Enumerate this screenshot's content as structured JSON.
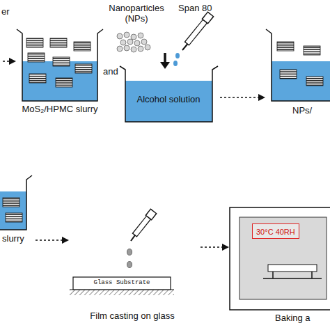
{
  "diagram": {
    "nodes": [
      {
        "text": [
          "MoS₂/HPMC slurry"
        ]
      },
      {
        "text": [
          "Alcohol solution"
        ]
      },
      {
        "text": [
          "NPs/"
        ]
      },
      {
        "text": [
          "slurry"
        ]
      },
      {
        "text": [
          "Glass Substrate",
          "Film casting on glass"
        ]
      },
      {
        "text": [
          "Baking a"
        ]
      },
      {
        "text": [
          "30°C 40RH"
        ],
        "in": 5
      }
    ],
    "edges": [
      {
        "from": 1,
        "to": 2,
        "arrow": "to"
      },
      {
        "from": 3,
        "to": 4,
        "arrow": "to"
      },
      {
        "from": 4,
        "to": 5,
        "arrow": "to"
      }
    ],
    "labels": [
      "er",
      "Nanoparticles (NPs)",
      "Span 80",
      "and"
    ]
  }
}
